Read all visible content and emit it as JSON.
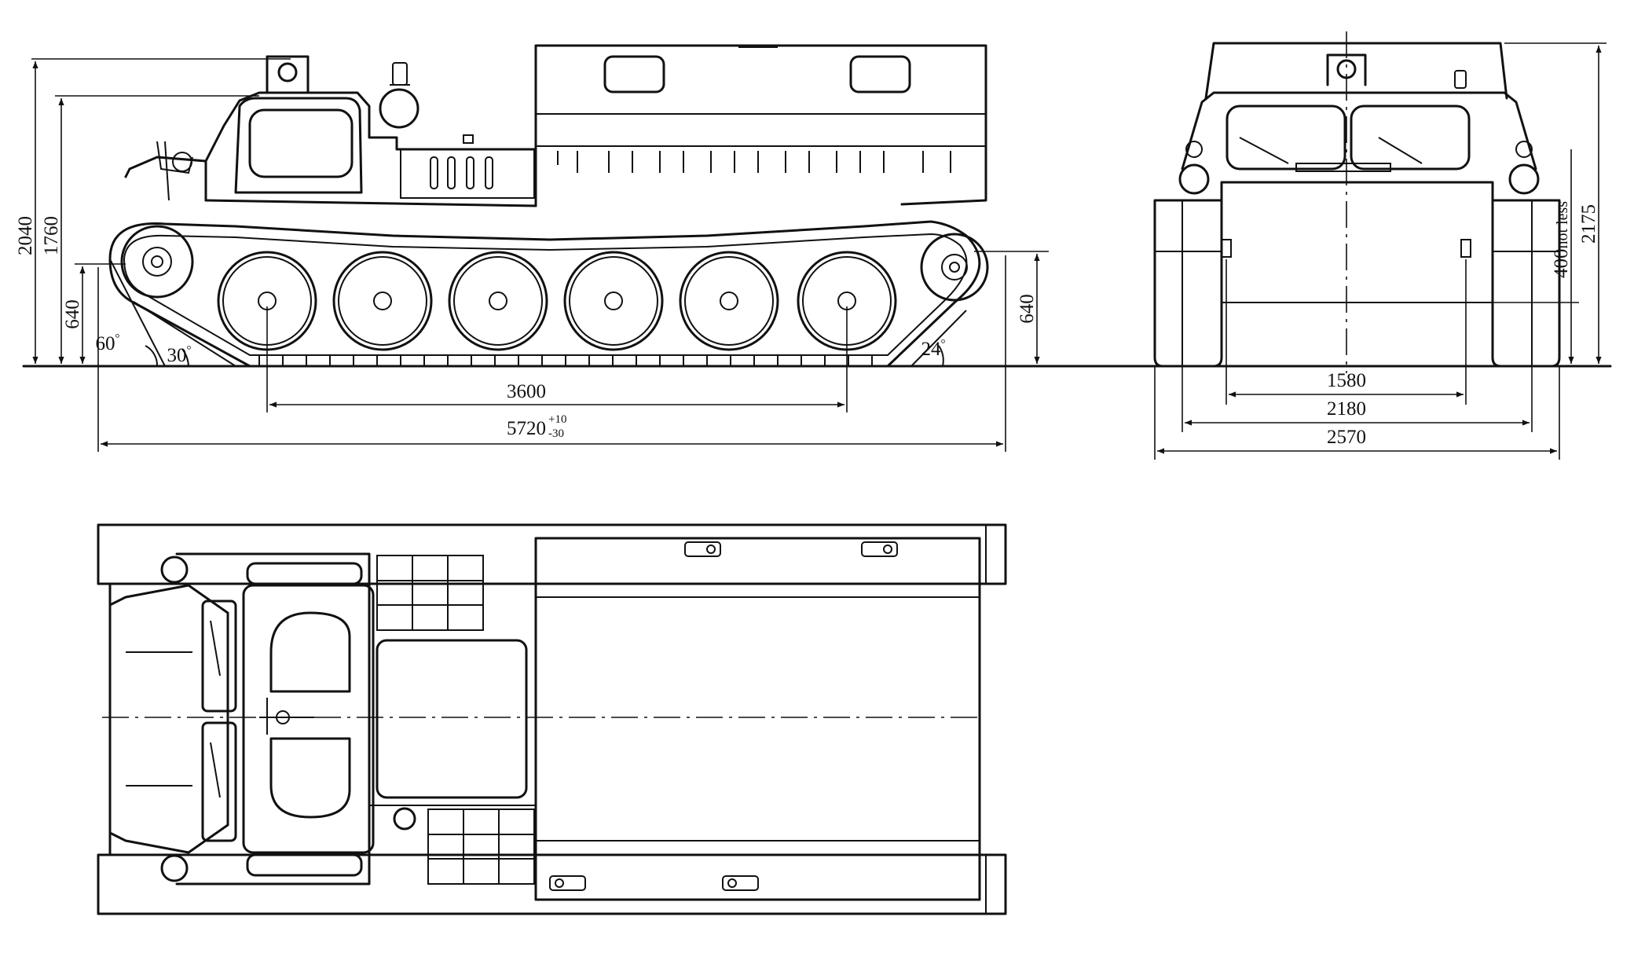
{
  "side_view": {
    "height_total": "2040",
    "height_cab": "1760",
    "hitch_height_front": "640",
    "hitch_height_rear": "640",
    "approach_angle": "60",
    "approach_angle_unit": "°",
    "track_angle_front": "30",
    "track_angle_front_unit": "°",
    "departure_angle": "24",
    "departure_angle_unit": "°",
    "wheelbase": "3600",
    "length_base": "5720",
    "length_tol_plus": "+10",
    "length_tol_minus": "-30"
  },
  "front_view": {
    "height_total": "2175",
    "ground_clearance_value": "400",
    "ground_clearance_note": "not less",
    "track_inner": "1580",
    "track_outer": "2180",
    "width_total": "2570"
  }
}
